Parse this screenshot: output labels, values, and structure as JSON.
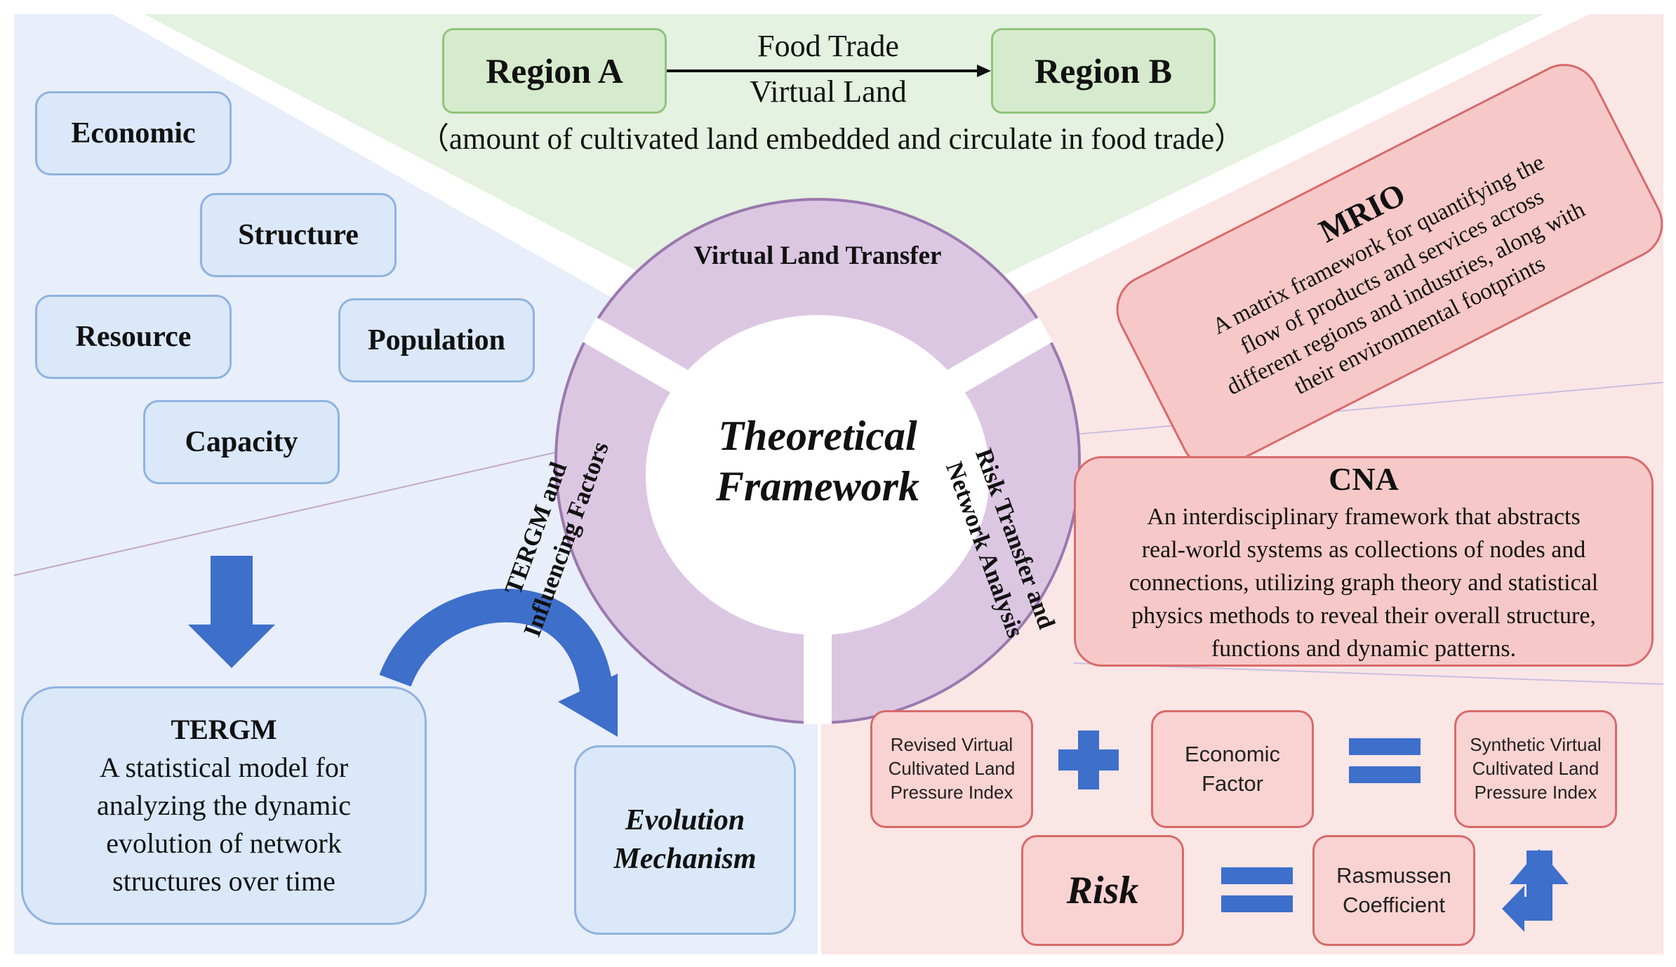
{
  "colors": {
    "blue_bg": "#e8eefa",
    "green_bg": "#e5f1e1",
    "pink_bg": "#fbe6e6",
    "ring": "#dcc7e3",
    "ring_border": "#9a79ae",
    "arrow_blue": "#3d6fcb"
  },
  "trade": {
    "region_a": "Region A",
    "region_b": "Region B",
    "food_trade": "Food Trade",
    "virtual_land": "Virtual Land",
    "note": "（amount of cultivated land embedded and circulate in food trade）"
  },
  "factors": [
    "Economic",
    "Structure",
    "Resource",
    "Population",
    "Capacity"
  ],
  "ring": {
    "center": [
      "Theoretical",
      "Framework"
    ],
    "top": "Virtual Land Transfer",
    "left": [
      "TERGM and",
      "Influencing Factors"
    ],
    "right": [
      "Risk Transfer and",
      "Network Analysis"
    ]
  },
  "tergm": {
    "title": "TERGM",
    "desc": [
      "A statistical model for",
      "analyzing the dynamic",
      "evolution of network",
      "structures over time"
    ]
  },
  "evolution": [
    "Evolution",
    "Mechanism"
  ],
  "mrio": {
    "title": "MRIO",
    "desc": [
      "A matrix framework for quantifying the",
      "flow of products and services across",
      "different regions and industries, along with",
      "their environmental footprints"
    ]
  },
  "cna": {
    "title": "CNA",
    "desc": [
      "An interdisciplinary framework that abstracts",
      "real-world systems as collections of nodes and",
      "connections, utilizing graph theory and statistical",
      "physics methods to reveal their overall structure,",
      "functions and dynamic patterns."
    ]
  },
  "formula": {
    "revised": [
      "Revised Virtual",
      "Cultivated Land",
      "Pressure Index"
    ],
    "economic": [
      "Economic",
      "Factor"
    ],
    "synthetic": [
      "Synthetic Virtual",
      "Cultivated Land",
      "Pressure Index"
    ],
    "risk": "Risk",
    "rasmussen": [
      "Rasmussen",
      "Coefficient"
    ]
  }
}
